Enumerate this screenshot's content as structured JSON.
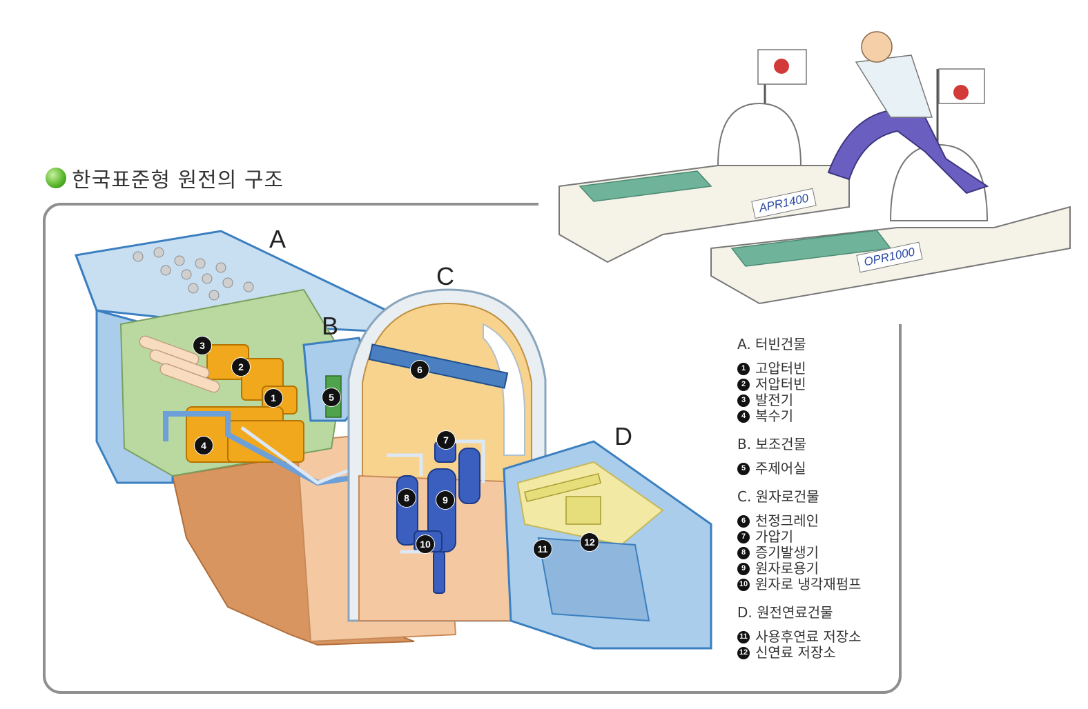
{
  "title": "한국표준형 원전의 구조",
  "sections": {
    "A": "A",
    "B": "B",
    "C": "C",
    "D": "D"
  },
  "markers": [
    "1",
    "2",
    "3",
    "4",
    "5",
    "6",
    "7",
    "8",
    "9",
    "10",
    "11",
    "12"
  ],
  "plates": {
    "apr": "APR1400",
    "opr": "OPR1000"
  },
  "legend": [
    {
      "header": "A. 터빈건물",
      "items": [
        {
          "num": "1",
          "label": "고압터빈"
        },
        {
          "num": "2",
          "label": "저압터빈"
        },
        {
          "num": "3",
          "label": "발전기"
        },
        {
          "num": "4",
          "label": "복수기"
        }
      ]
    },
    {
      "header": "B. 보조건물",
      "items": [
        {
          "num": "5",
          "label": "주제어실"
        }
      ]
    },
    {
      "header": "C. 원자로건물",
      "items": [
        {
          "num": "6",
          "label": "천정크레인"
        },
        {
          "num": "7",
          "label": "가압기"
        },
        {
          "num": "8",
          "label": "증기발생기"
        },
        {
          "num": "9",
          "label": "원자로용기"
        },
        {
          "num": "10",
          "label": "원자로 냉각재펌프"
        }
      ]
    },
    {
      "header": "D. 원전연료건물",
      "items": [
        {
          "num": "11",
          "label": "사용후연료 저장소"
        },
        {
          "num": "12",
          "label": "신연료 저장소"
        }
      ]
    }
  ],
  "colors": {
    "building_blue": "#a9cdea",
    "building_edge": "#3b7fc0",
    "turbine_orange": "#f2a81d",
    "floor_green": "#b9d9a0",
    "dome_inner": "#f7d38d",
    "foundation": "#d99560",
    "pump_blue": "#3a5fbf",
    "fuel_yellow": "#f2e9a5",
    "pool_green": "#6fb39a"
  }
}
